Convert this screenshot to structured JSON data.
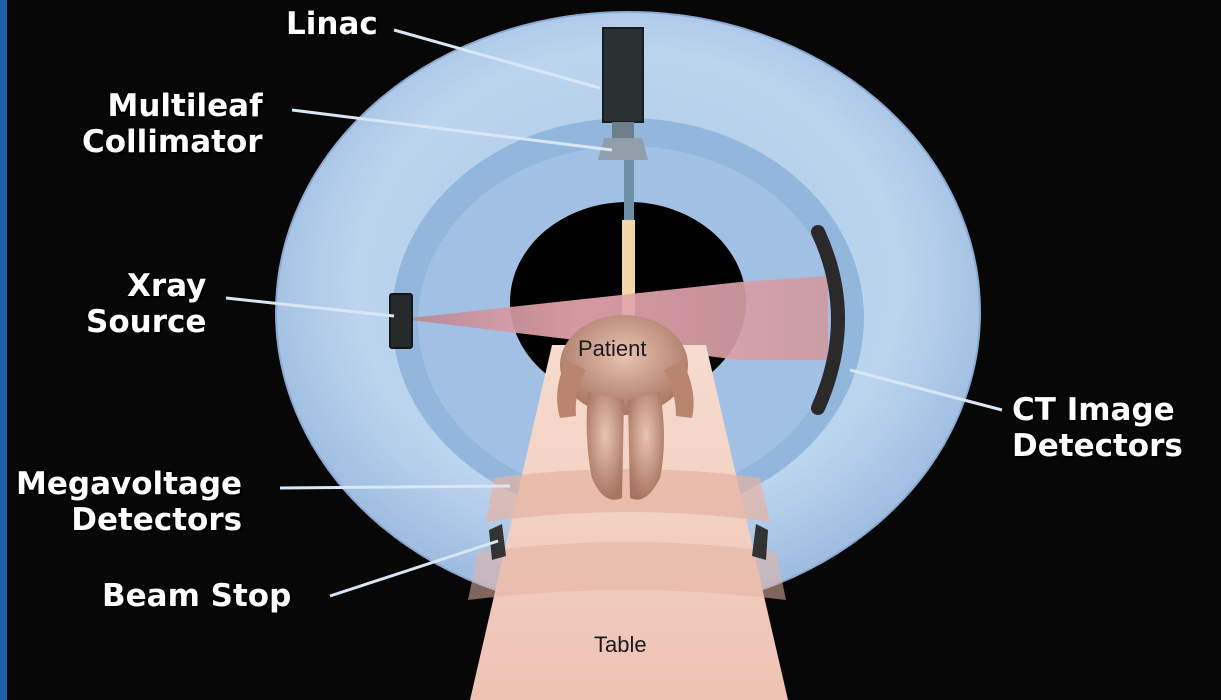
{
  "labels": {
    "linac": "Linac",
    "multileaf_collimator": [
      "Multileaf",
      "Collimator"
    ],
    "xray_source": [
      "Xray",
      "Source"
    ],
    "patient": "Patient",
    "ct_image_detectors": [
      "CT Image",
      "Detectors"
    ],
    "megavoltage_detectors": [
      "Megavoltage",
      "Detectors"
    ],
    "beam_stop": "Beam Stop",
    "table": "Table"
  },
  "colors": {
    "background": "#070707",
    "gantry_ring": "#b4cfea",
    "gantry_inner_ring": "#8fb2d8",
    "bore": "#000000",
    "xray_fan_beam": "#d99aa4",
    "treatment_beam": "#f2d8a8",
    "table": "#f1cfc2",
    "patient": "#c89580",
    "detectors": "#2a2a2a",
    "leader_lines": "#d8e6f5",
    "left_edge_bar": "#1f5fa8"
  }
}
